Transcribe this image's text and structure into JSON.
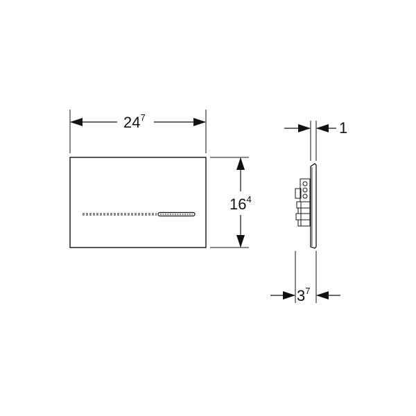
{
  "dimensions": {
    "width": {
      "main": "24",
      "sup": "7"
    },
    "height": {
      "main": "16",
      "sup": "4"
    },
    "thickness": {
      "main": "1"
    },
    "depth": {
      "main": "3",
      "sup": "7"
    }
  },
  "colors": {
    "line": "#111111",
    "background": "#ffffff"
  }
}
